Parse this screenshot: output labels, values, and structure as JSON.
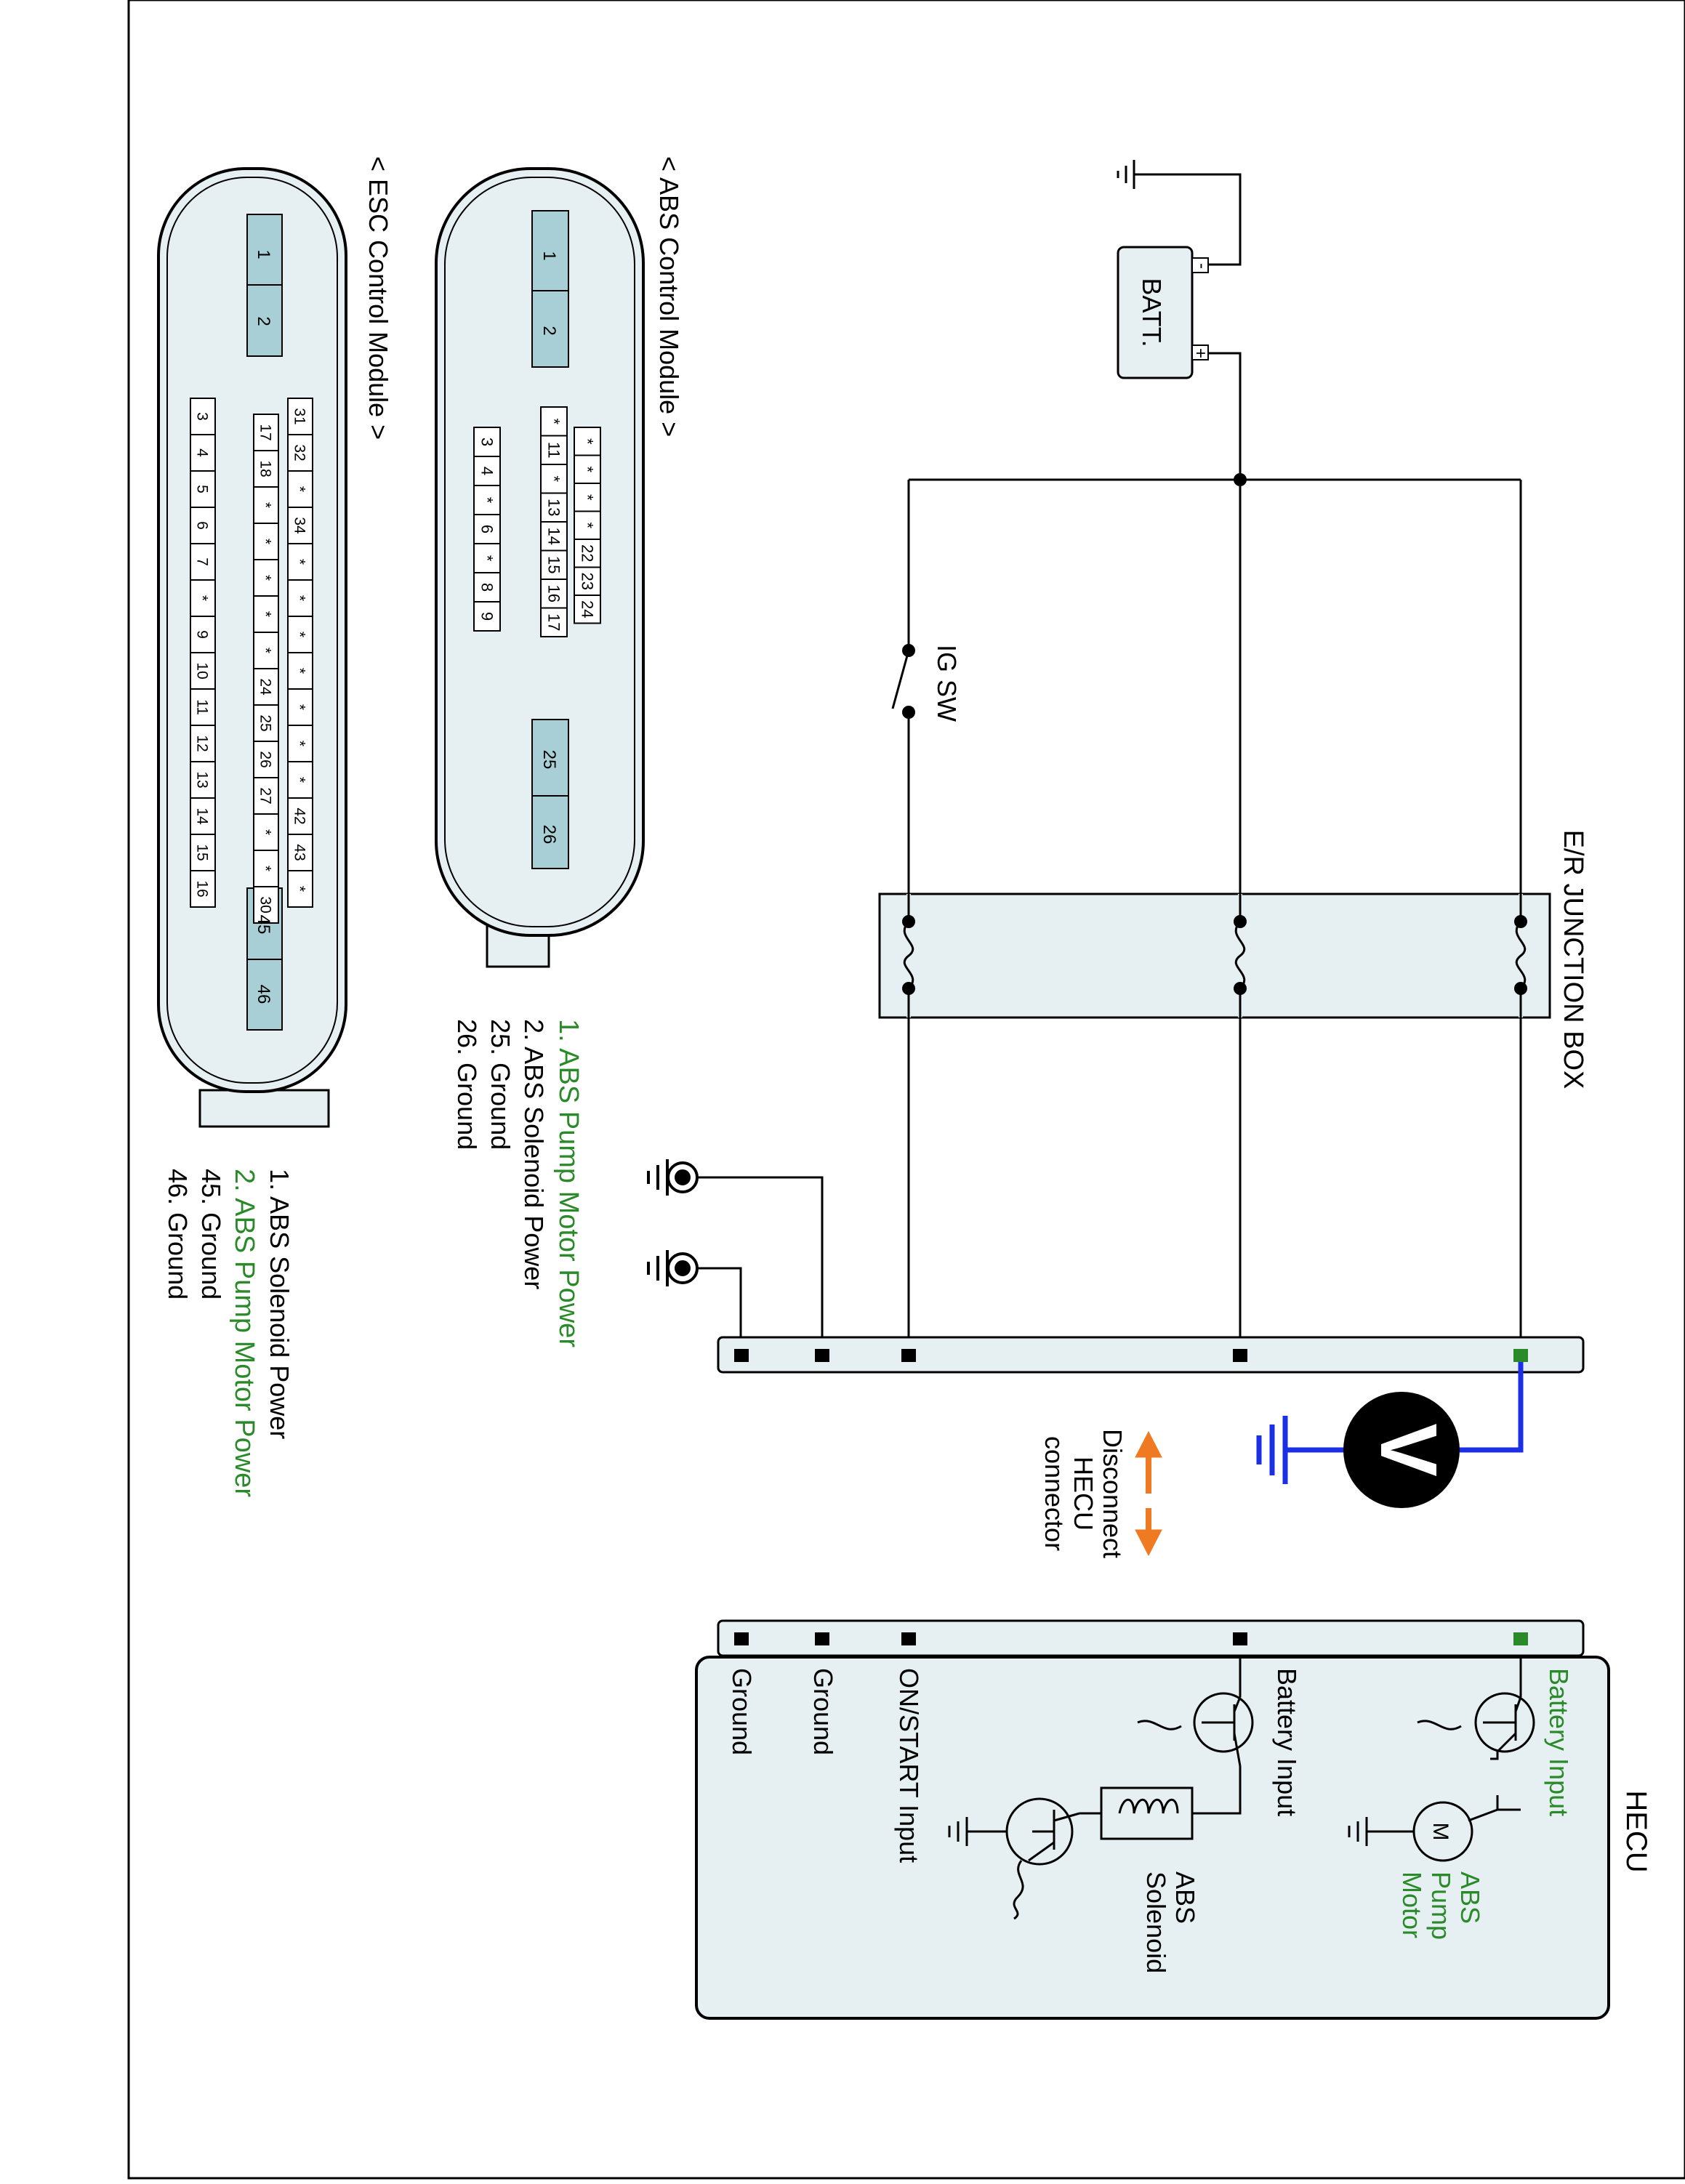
{
  "colors": {
    "line": "#000000",
    "panel_fill": "#e6eff2",
    "pin_fill": "#a8cfd6",
    "measure_wire": "#1a2fe6",
    "highlight_text": "#2a8a2a",
    "arrow": "#f07a22"
  },
  "diagram": {
    "battery_label": "BATT.",
    "battery_neg": "-",
    "battery_pos": "+",
    "ig_switch_label": "IG SW",
    "junction_box_label": "E/R JUNCTION BOX",
    "voltmeter_symbol": "V",
    "disconnect_line1": "Disconnect",
    "disconnect_line2": "HECU",
    "disconnect_line3": "connector",
    "hecu_title": "HECU",
    "hecu_labels": {
      "battery_input_1": "Battery Input",
      "battery_input_2": "Battery Input",
      "on_start": "ON/START Input",
      "ground_1": "Ground",
      "ground_2": "Ground",
      "motor_symbol": "M",
      "abs_pump_motor_l1": "ABS",
      "abs_pump_motor_l2": "Pump",
      "abs_pump_motor_l3": "Motor",
      "abs_solenoid_l1": "ABS",
      "abs_solenoid_l2": "Solenoid"
    }
  },
  "abs_module": {
    "title": "< ABS Control Module >",
    "legend": [
      {
        "text": "1. ABS Pump Motor Power",
        "highlight": true
      },
      {
        "text": "2. ABS Solenoid Power",
        "highlight": false
      },
      {
        "text": "25. Ground",
        "highlight": false
      },
      {
        "text": "26. Ground",
        "highlight": false
      }
    ],
    "big_pins_top": [
      "1",
      "2"
    ],
    "big_pins_bottom": [
      "25",
      "26"
    ],
    "row_a": [
      "*",
      "*",
      "*",
      "*",
      "22",
      "23",
      "24"
    ],
    "row_b": [
      "*",
      "11",
      "*",
      "13",
      "14",
      "15",
      "16",
      "17"
    ],
    "row_c": [
      "3",
      "4",
      "*",
      "6",
      "*",
      "8",
      "9"
    ]
  },
  "esc_module": {
    "title": "< ESC Control Module >",
    "legend": [
      {
        "text": "1. ABS Solenoid Power",
        "highlight": false
      },
      {
        "text": "2. ABS Pump Motor Power",
        "highlight": true
      },
      {
        "text": "45. Ground",
        "highlight": false
      },
      {
        "text": "46. Ground",
        "highlight": false
      }
    ],
    "big_pins_top": [
      "1",
      "2"
    ],
    "big_pins_bottom": [
      "45",
      "46"
    ],
    "row_a": [
      "31",
      "32",
      "*",
      "34",
      "*",
      "*",
      "*",
      "*",
      "*",
      "*",
      "*",
      "42",
      "43",
      "*"
    ],
    "row_b": [
      "17",
      "18",
      "*",
      "*",
      "*",
      "*",
      "*",
      "24",
      "25",
      "26",
      "27",
      "*",
      "*",
      "30"
    ],
    "row_c": [
      "3",
      "4",
      "5",
      "6",
      "7",
      "*",
      "9",
      "10",
      "11",
      "12",
      "13",
      "14",
      "15",
      "16"
    ]
  }
}
